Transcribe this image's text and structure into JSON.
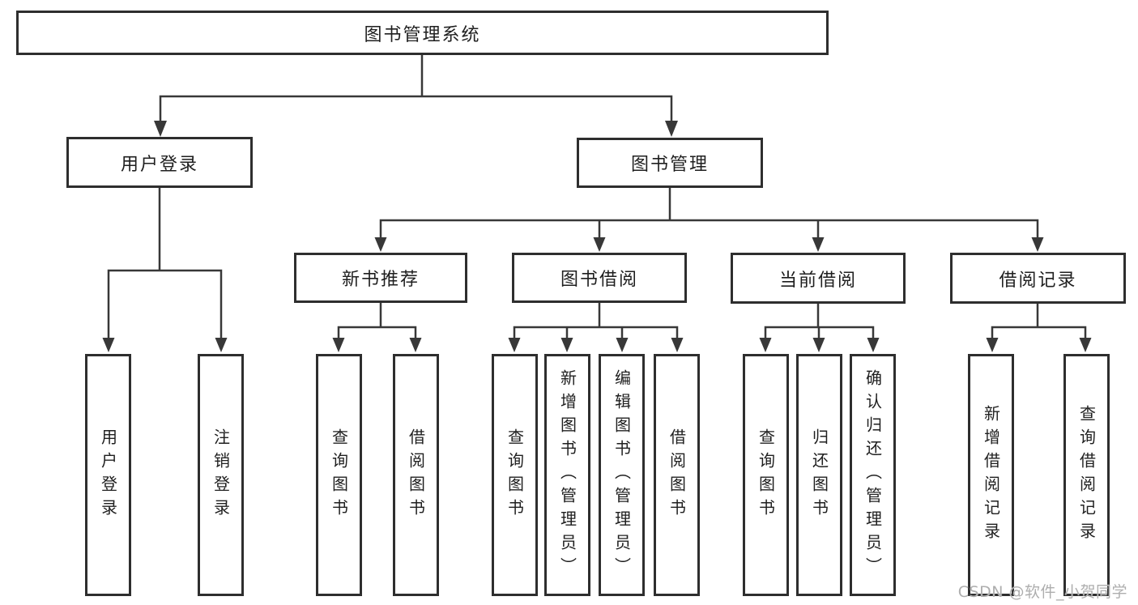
{
  "colors": {
    "background": "#ffffff",
    "line": "#383838",
    "box_border": "#2e2e2e",
    "text": "#1f1f1f",
    "watermark": "#aeaeae"
  },
  "watermark": "CSDN @软件_小贺同学",
  "tree": {
    "root": {
      "label": "图书管理系统"
    },
    "level2": [
      {
        "label": "用户登录"
      },
      {
        "label": "图书管理"
      }
    ],
    "level3": [
      {
        "label": "新书推荐"
      },
      {
        "label": "图书借阅"
      },
      {
        "label": "当前借阅"
      },
      {
        "label": "借阅记录"
      }
    ],
    "leaves": {
      "user_login": [
        "用户登录",
        "注销登录"
      ],
      "new_book_rec": [
        "查询图书",
        "借阅图书"
      ],
      "book_borrow": [
        "查询图书",
        "新增图书（管理员）",
        "编辑图书（管理员）",
        "借阅图书"
      ],
      "current_borrow": [
        "查询图书",
        "归还图书",
        "确认归还（管理员）"
      ],
      "borrow_record": [
        "新增借阅记录",
        "查询借阅记录"
      ]
    }
  }
}
